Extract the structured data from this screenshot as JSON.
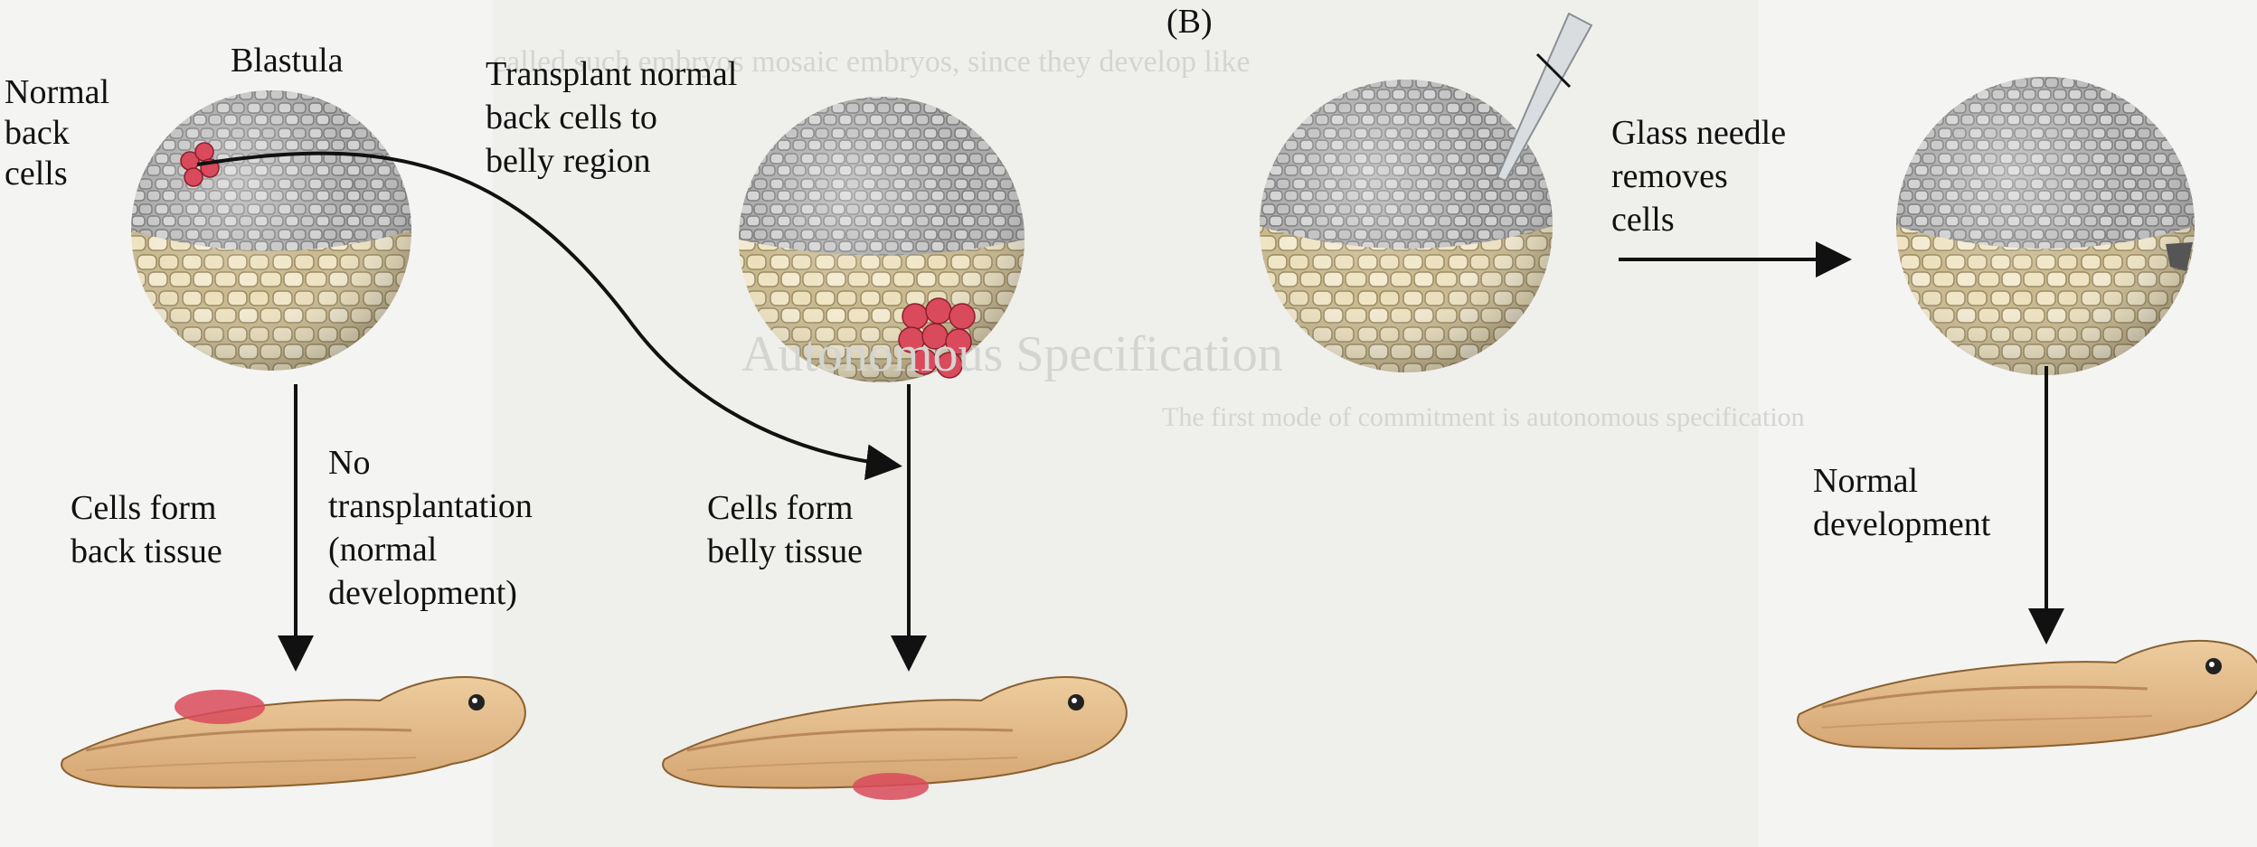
{
  "panel_b_label": "(B)",
  "labels": {
    "blastula": "Blastula",
    "normal_back_cells": [
      "Normal",
      "back",
      "cells"
    ],
    "transplant": [
      "Transplant normal",
      "back cells to",
      "belly region"
    ],
    "back_tissue": [
      "Cells form",
      "back tissue"
    ],
    "no_transplant": [
      "No",
      "transplantation",
      "(normal",
      "development)"
    ],
    "belly_tissue": [
      "Cells form",
      "belly tissue"
    ],
    "glass_needle": [
      "Glass needle",
      "removes",
      "cells"
    ],
    "normal_dev": [
      "Normal",
      "development"
    ]
  },
  "background_text": {
    "line1": "called such embryos mosaic embryos, since they develop like",
    "line2": "Autonomous Specification",
    "line3": "The first mode of commitment is autonomous specification"
  },
  "colors": {
    "animal_cap": "#a8a8a8",
    "vegetal": "#e9dcb7",
    "highlight": "#d94a5c",
    "tadpole": "#e4bc8a"
  }
}
